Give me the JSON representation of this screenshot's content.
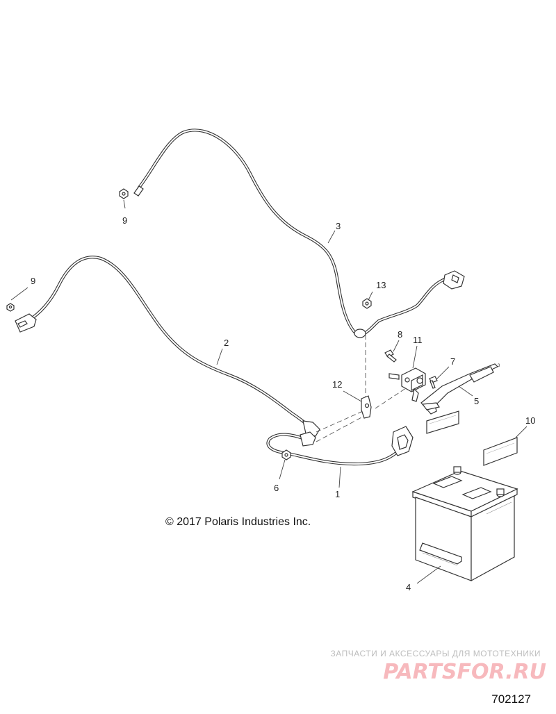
{
  "diagram": {
    "copyright": "© 2017 Polaris Industries Inc.",
    "figure_number": "702127",
    "callouts": [
      "1",
      "2",
      "3",
      "4",
      "5",
      "6",
      "7",
      "8",
      "9",
      "9",
      "10",
      "11",
      "12",
      "13"
    ],
    "watermark": {
      "tagline": "ЗАПЧАСТИ И АКСЕССУАРЫ ДЛЯ МОТОТЕХНИКИ",
      "logo": "PARTSFOR.RU"
    },
    "tiny_label": "3"
  }
}
